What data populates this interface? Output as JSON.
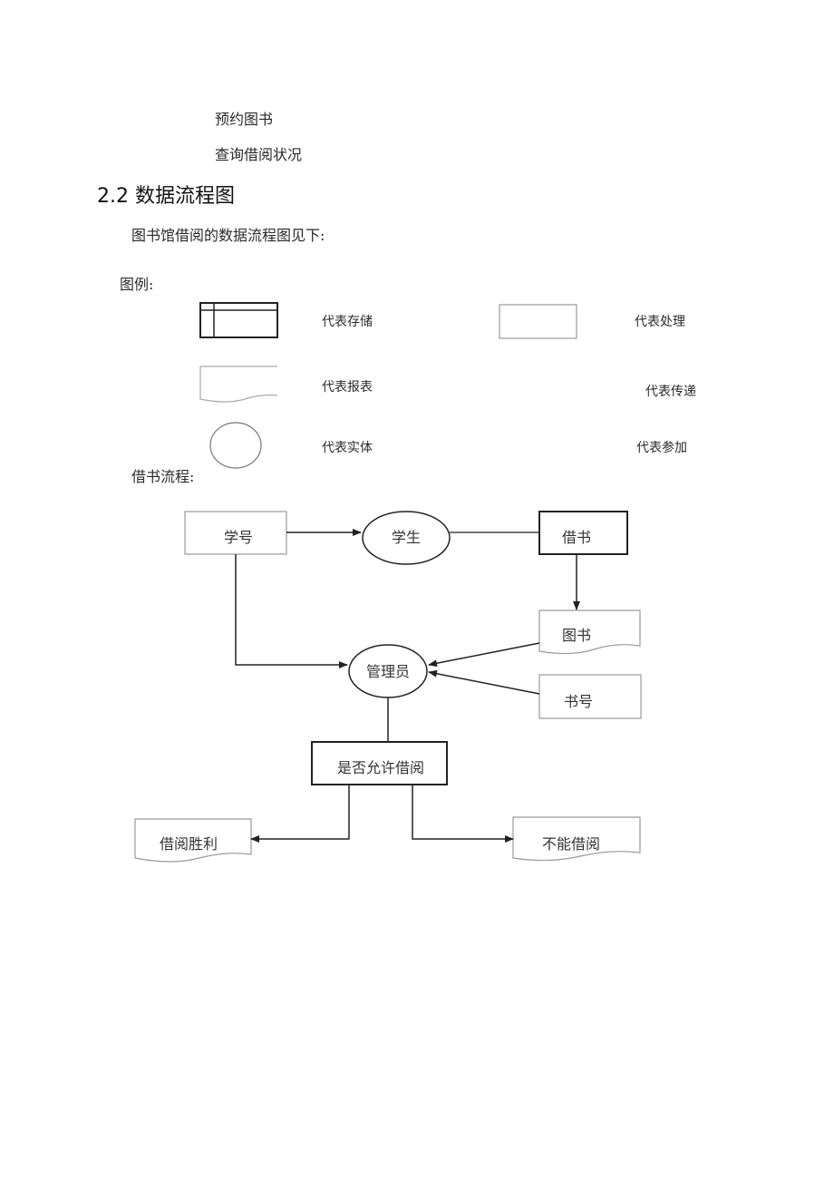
{
  "list": {
    "item1": "预约图书",
    "item2": "查询借阅状况"
  },
  "section": {
    "heading": "2.2 数据流程图",
    "intro": "图书馆借阅的数据流程图见下:"
  },
  "legend": {
    "title": "图例:",
    "storage": "代表存储",
    "process": "代表处理",
    "report": "代表报表",
    "transfer": "代表传递",
    "entity": "代表实体",
    "join": "代表参加"
  },
  "flow": {
    "title": "借书流程:",
    "student_id": "学号",
    "student": "学生",
    "borrow": "借书",
    "book": "图书",
    "admin": "管理员",
    "book_no": "书号",
    "decision": "是否允许借阅",
    "success": "借阅胜利",
    "denied": "不能借阅"
  },
  "colors": {
    "stroke": "#222222",
    "light_stroke": "#999999"
  }
}
